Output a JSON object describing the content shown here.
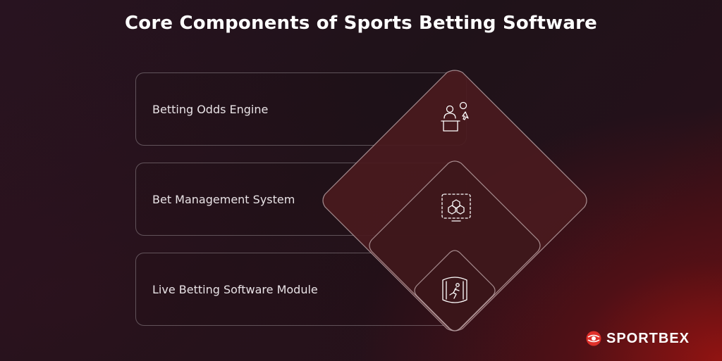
{
  "title": "Core Components of Sports Betting Software",
  "components": [
    {
      "label": "Betting Odds Engine",
      "icon": "presenter-icon"
    },
    {
      "label": "Bet Management System",
      "icon": "blocks-icon"
    },
    {
      "label": "Live Betting Software Module",
      "icon": "live-stadium-icon"
    }
  ],
  "brand": {
    "name": "SPORTBEX",
    "accent": "#e0302a"
  },
  "colors": {
    "diamond_fill_outer": "#4a1a1e",
    "diamond_fill_mid": "#3e171b",
    "diamond_fill_inner": "#3a1519",
    "diamond_stroke": "#c9b3b6",
    "card_border": "rgba(255,255,255,0.28)"
  }
}
